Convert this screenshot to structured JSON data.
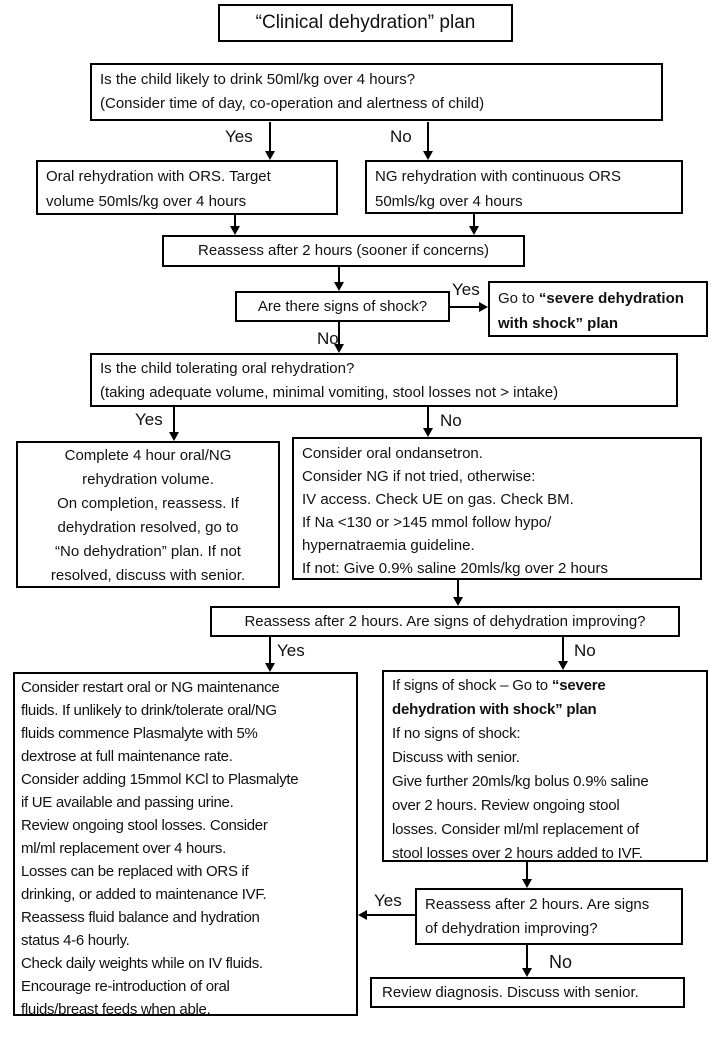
{
  "title": "“Clinical dehydration” plan",
  "decision_labels": {
    "yes": "Yes",
    "no": "No"
  },
  "nodes": {
    "q_drink": "Is the child likely to drink 50ml/kg over 4 hours?\n(Consider time of day, co-operation and alertness of child)",
    "oral_rehydration": "Oral rehydration with ORS. Target\nvolume 50mls/kg over 4 hours",
    "ng_rehydration": "NG rehydration with continuous ORS\n50mls/kg over 4 hours",
    "reassess_2h": "Reassess after 2 hours (sooner if concerns)",
    "q_shock": "Are there signs of shock?",
    "goto_severe": {
      "prefix": "Go to ",
      "bold": "“severe dehydration\nwith shock” plan"
    },
    "q_tolerating": "Is the child tolerating oral rehydration?\n(taking adequate volume, minimal vomiting, stool losses not > intake)",
    "complete_rehydration": "Complete 4 hour oral/NG\nrehydration volume.\nOn completion, reassess. If\ndehydration resolved, go to\n“No dehydration” plan. If not\nresolved, discuss with senior.",
    "consider_ondansetron": "Consider oral ondansetron.\nConsider NG if not tried, otherwise:\nIV access. Check UE on gas. Check BM.\nIf Na <130 or >145 mmol follow hypo/\nhypernatraemia guideline.\nIf not: Give 0.9% saline 20mls/kg over 2 hours",
    "reassess_improving": "Reassess after 2 hours. Are signs of dehydration improving?",
    "maintenance_plan": "Consider restart oral or NG maintenance\nfluids. If unlikely to drink/tolerate oral/NG\nfluids commence Plasmalyte with 5%\ndextrose at full maintenance rate.\nConsider adding 15mmol KCl to Plasmalyte\nif UE available and passing urine.\nReview ongoing stool losses.  Consider\nml/ml replacement over 4 hours.\nLosses can be replaced with ORS if\ndrinking, or added to maintenance IVF.\nReassess fluid balance and hydration\nstatus 4-6 hourly.\nCheck daily weights while on IV fluids.\nEncourage re-introduction of oral\nfluids/breast feeds when able.",
    "shock_pathway": {
      "prefix": "If signs of shock – Go to ",
      "bold": "“severe\ndehydration with shock” plan",
      "rest": "If no signs of shock:\nDiscuss with senior.\nGive further 20mls/kg bolus 0.9% saline\nover 2 hours. Review ongoing stool\nlosses. Consider ml/ml replacement of\nstool losses over 2 hours added to IVF."
    },
    "reassess_improving_2": "Reassess after 2 hours. Are signs\nof dehydration improving?",
    "review_diagnosis": "Review diagnosis. Discuss with senior."
  },
  "colors": {
    "line": "#000000",
    "background": "#ffffff",
    "text": "#111111"
  }
}
